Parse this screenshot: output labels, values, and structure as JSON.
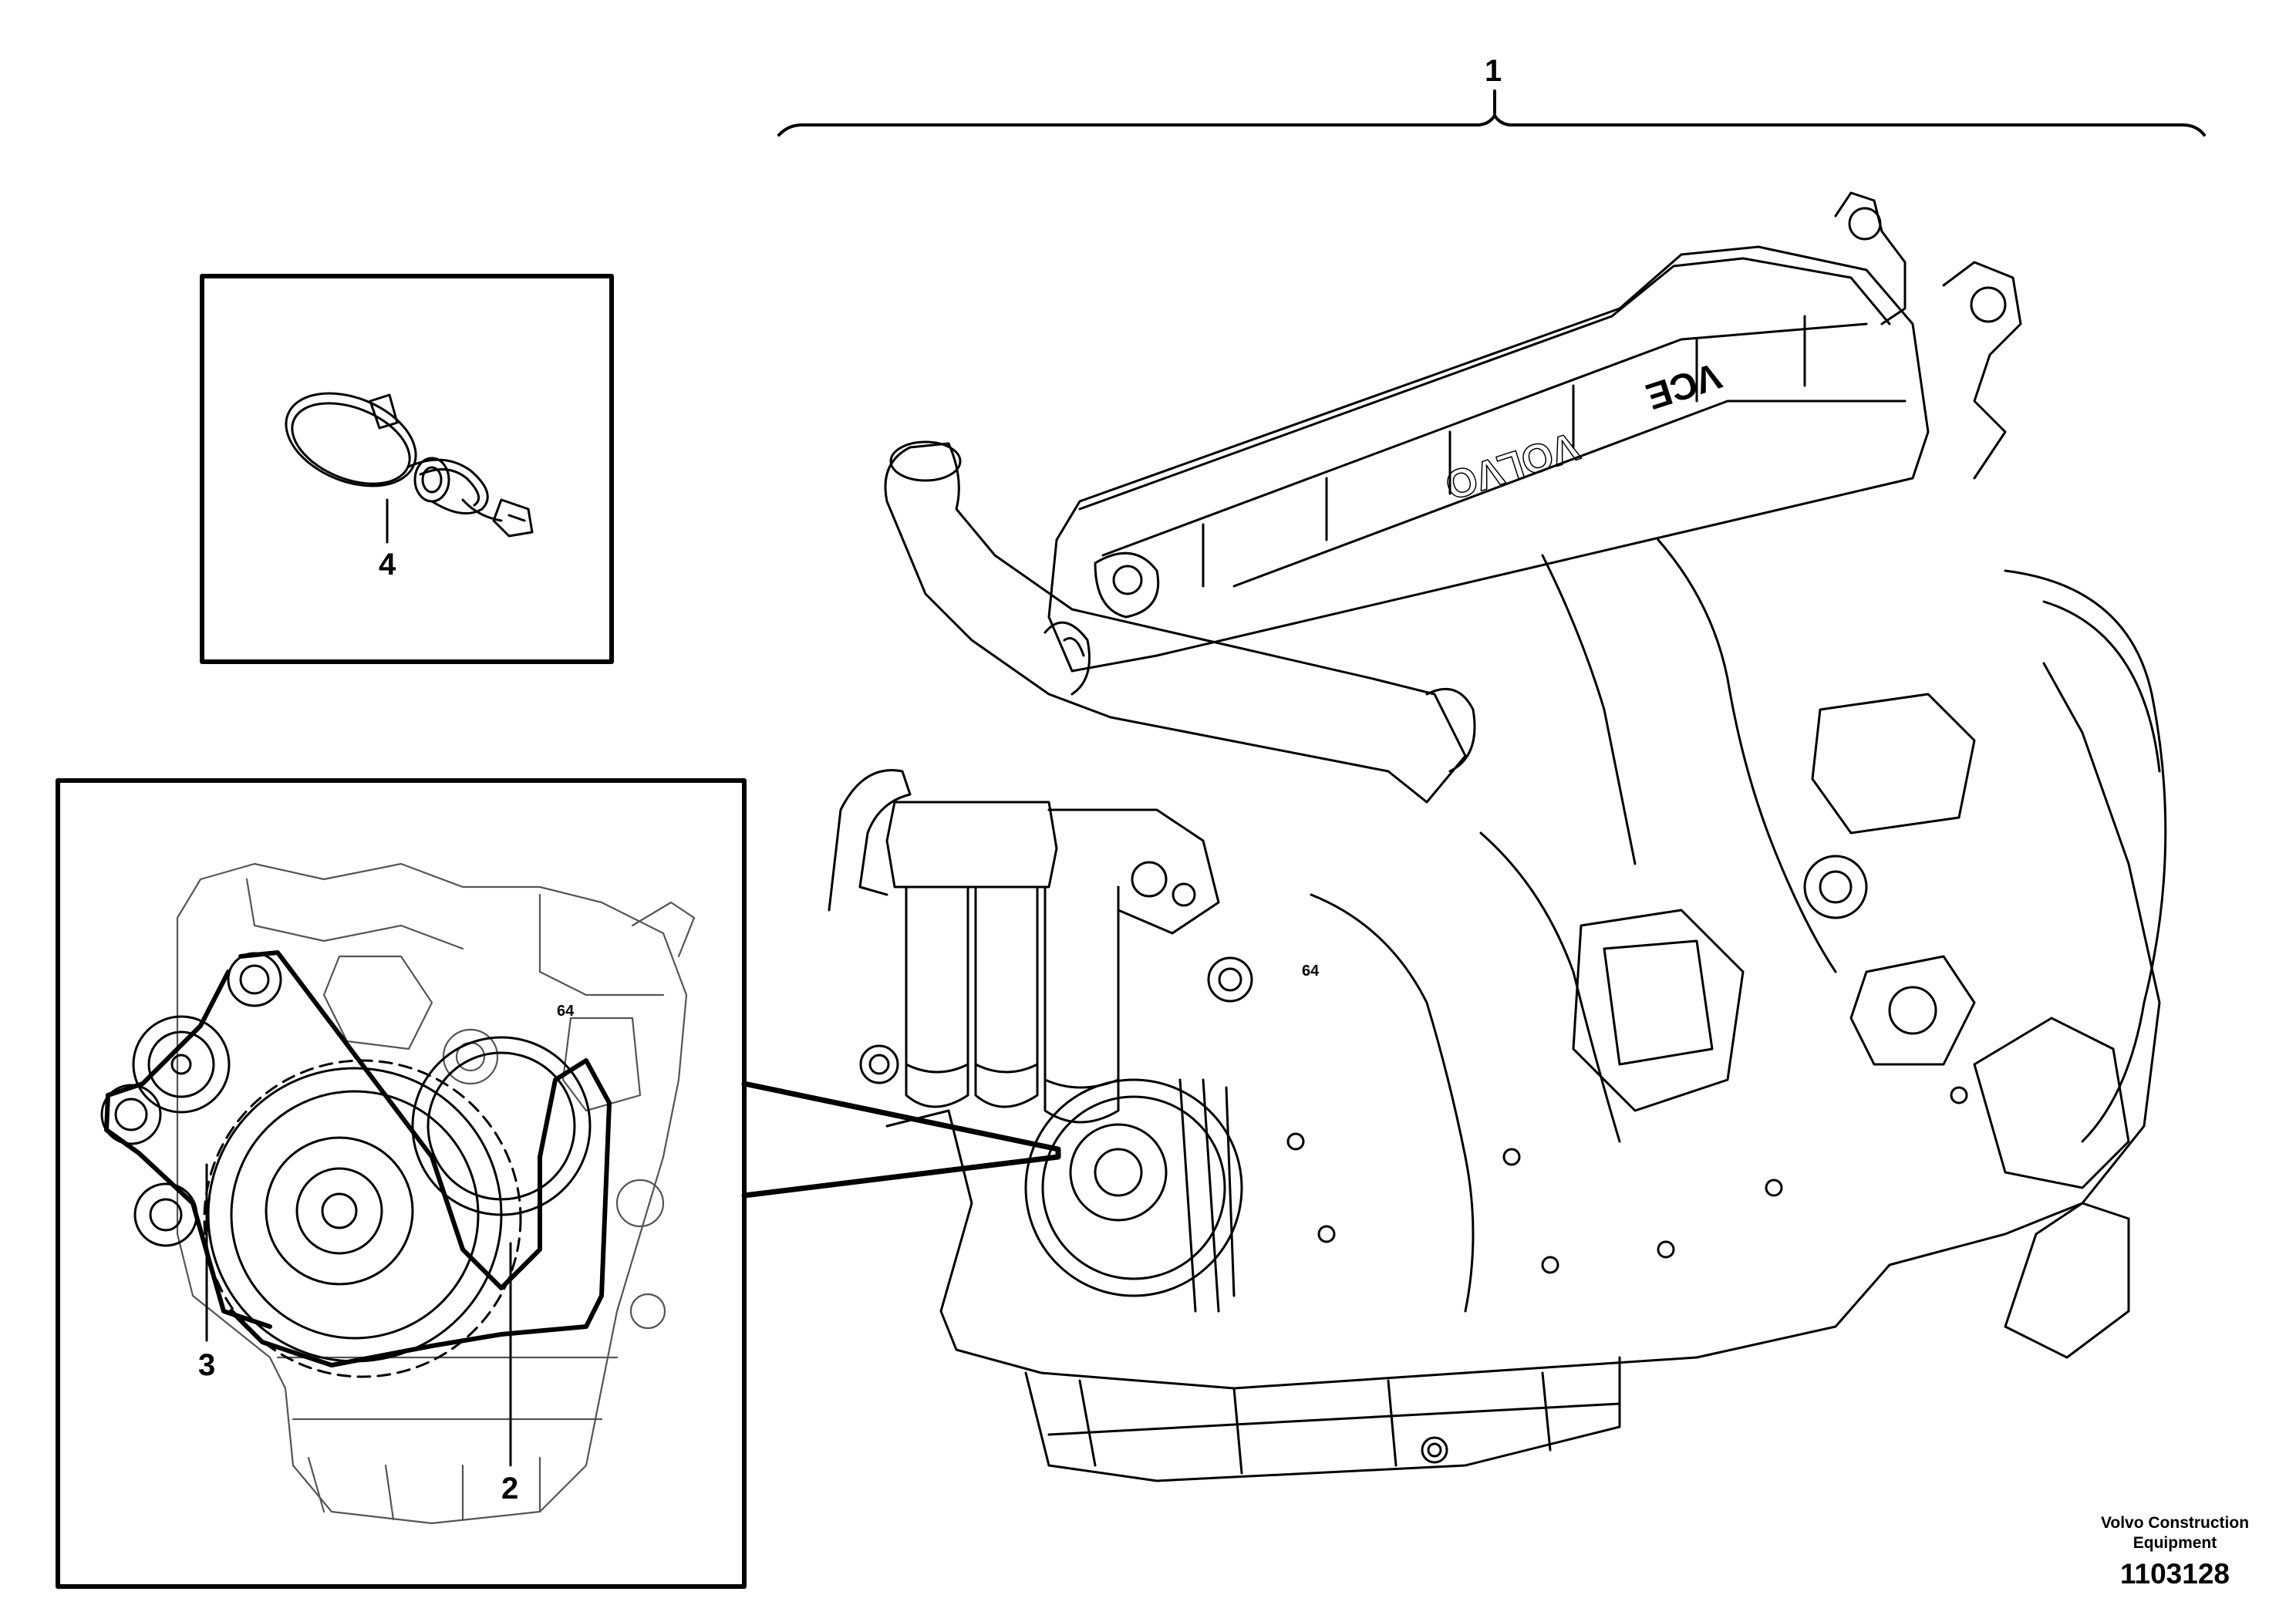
{
  "callouts": {
    "engine": "1",
    "belt": "2",
    "tensioner": "3",
    "clamp": "4"
  },
  "footer": {
    "company_line1": "Volvo Construction",
    "company_line2": "Equipment",
    "illustration_number": "1103128"
  },
  "engine_cover": {
    "brand_text": "VOLVO",
    "badge_text": "VCE"
  },
  "part_marking": "64"
}
